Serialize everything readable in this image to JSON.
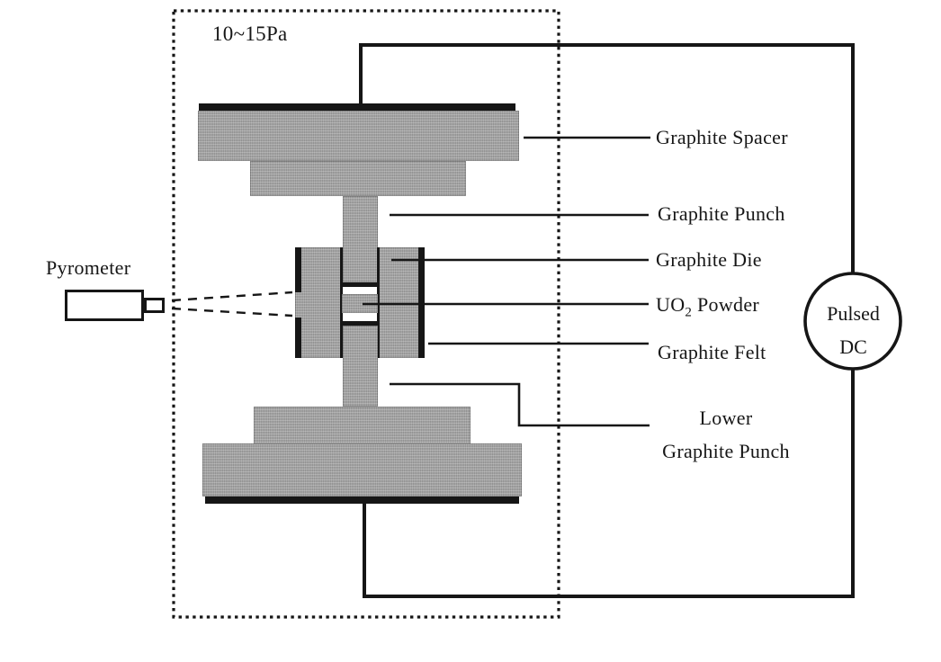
{
  "chamber": {
    "pressure_label": "10~15Pa"
  },
  "pyrometer": {
    "label": "Pyrometer"
  },
  "power_source": {
    "line1": "Pulsed",
    "line2": "DC"
  },
  "component_labels": {
    "graphite_spacer": "Graphite Spacer",
    "graphite_punch": "Graphite Punch",
    "graphite_die": "Graphite Die",
    "uo2_powder_prefix": "UO",
    "uo2_powder_sub": "2",
    "uo2_powder_suffix": " Powder",
    "graphite_felt": "Graphite Felt",
    "lower_punch_line1": "Lower",
    "lower_punch_line2": "Graphite Punch"
  },
  "colors": {
    "ink": "#161616",
    "graphite_fill": "#a6a6a6"
  }
}
